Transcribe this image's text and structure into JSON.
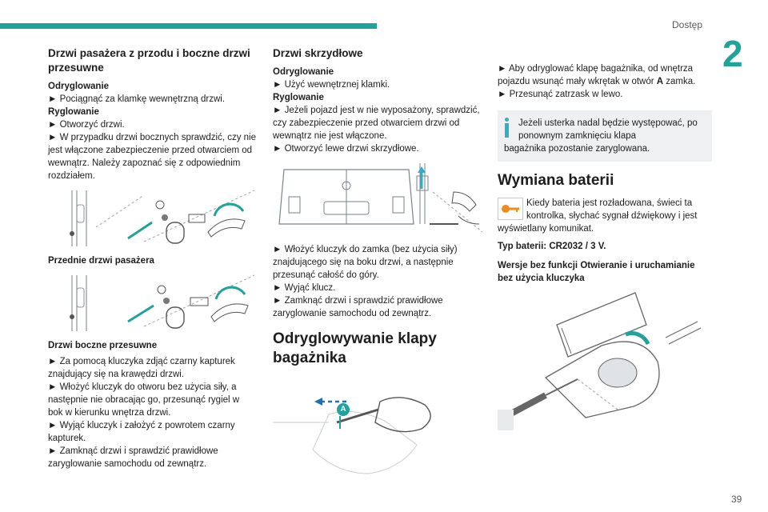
{
  "header": {
    "section": "Dostęp",
    "chapter": "2",
    "page": "39"
  },
  "col1": {
    "title": "Drzwi pasażera z przodu i boczne drzwi przesuwne",
    "unlock_head": "Odryglowanie",
    "unlock_1": "► Pociągnąć za klamkę wewnętrzną drzwi.",
    "lock_head": "Ryglowanie",
    "lock_1": "► Otworzyć drzwi.",
    "lock_2": "► W przypadku drzwi bocznych sprawdzić, czy nie jest włączone zabezpieczenie przed otwarciem od wewnątrz. Należy zapoznać się z odpowiednim rozdziałem.",
    "caption_front": "Przednie drzwi pasażera",
    "caption_side": "Drzwi boczne przesuwne",
    "side_1": "► Za pomocą kluczyka zdjąć czarny kapturek znajdujący się na krawędzi drzwi.",
    "side_2": "► Włożyć kluczyk do otworu bez użycia siły, a następnie nie obracając go, przesunąć rygiel w bok w kierunku wnętrza drzwi.",
    "side_3": "► Wyjąć kluczyk i założyć z powrotem czarny kapturek.",
    "side_4": "► Zamknąć drzwi i sprawdzić prawidłowe zaryglowanie samochodu od zewnątrz."
  },
  "col2": {
    "title": "Drzwi skrzydłowe",
    "unlock_head": "Odryglowanie",
    "unlock_1": "► Użyć wewnętrznej klamki.",
    "lock_head": "Ryglowanie",
    "lock_1": "► Jeżeli pojazd jest w nie wyposażony, sprawdzić, czy zabezpieczenie przed otwarciem drzwi od wewnątrz nie jest włączone.",
    "lock_2": "► Otworzyć lewe drzwi skrzydłowe.",
    "step_1": "► Włożyć kluczyk do zamka (bez użycia siły) znajdującego się na boku drzwi, a następnie przesunąć całość do góry.",
    "step_2": "► Wyjąć klucz.",
    "step_3": "► Zamknąć drzwi i sprawdzić prawidłowe zaryglowanie samochodu od zewnątrz.",
    "h2": "Odryglowywanie klapy bagażnika",
    "label_a": "A"
  },
  "col3": {
    "step_1_pre": "► Aby odryglować klapę bagażnika, od wnętrza pojazdu wsunąć mały wkrętak w otwór ",
    "step_1_bold": "A",
    "step_1_post": " zamka.",
    "step_2": "► Przesunąć zatrzask w lewo.",
    "note_1": "Jeżeli usterka nadal będzie występować, po ponownym zamknięciu klapa",
    "note_2": "bagażnika pozostanie zaryglowana.",
    "h2": "Wymiana baterii",
    "warn_1": "Kiedy bateria jest rozładowana, świeci ta kontrolka, słychać sygnał dźwiękowy i jest",
    "warn_2": "wyświetlany komunikat.",
    "battery_type": "Typ baterii: CR2032 / 3 V.",
    "versions": "Wersje bez funkcji Otwieranie i uruchamianie bez użycia kluczyka"
  },
  "colors": {
    "accent": "#1fa39a",
    "info": "#2fb0c9",
    "warning": "#f08a1c"
  }
}
